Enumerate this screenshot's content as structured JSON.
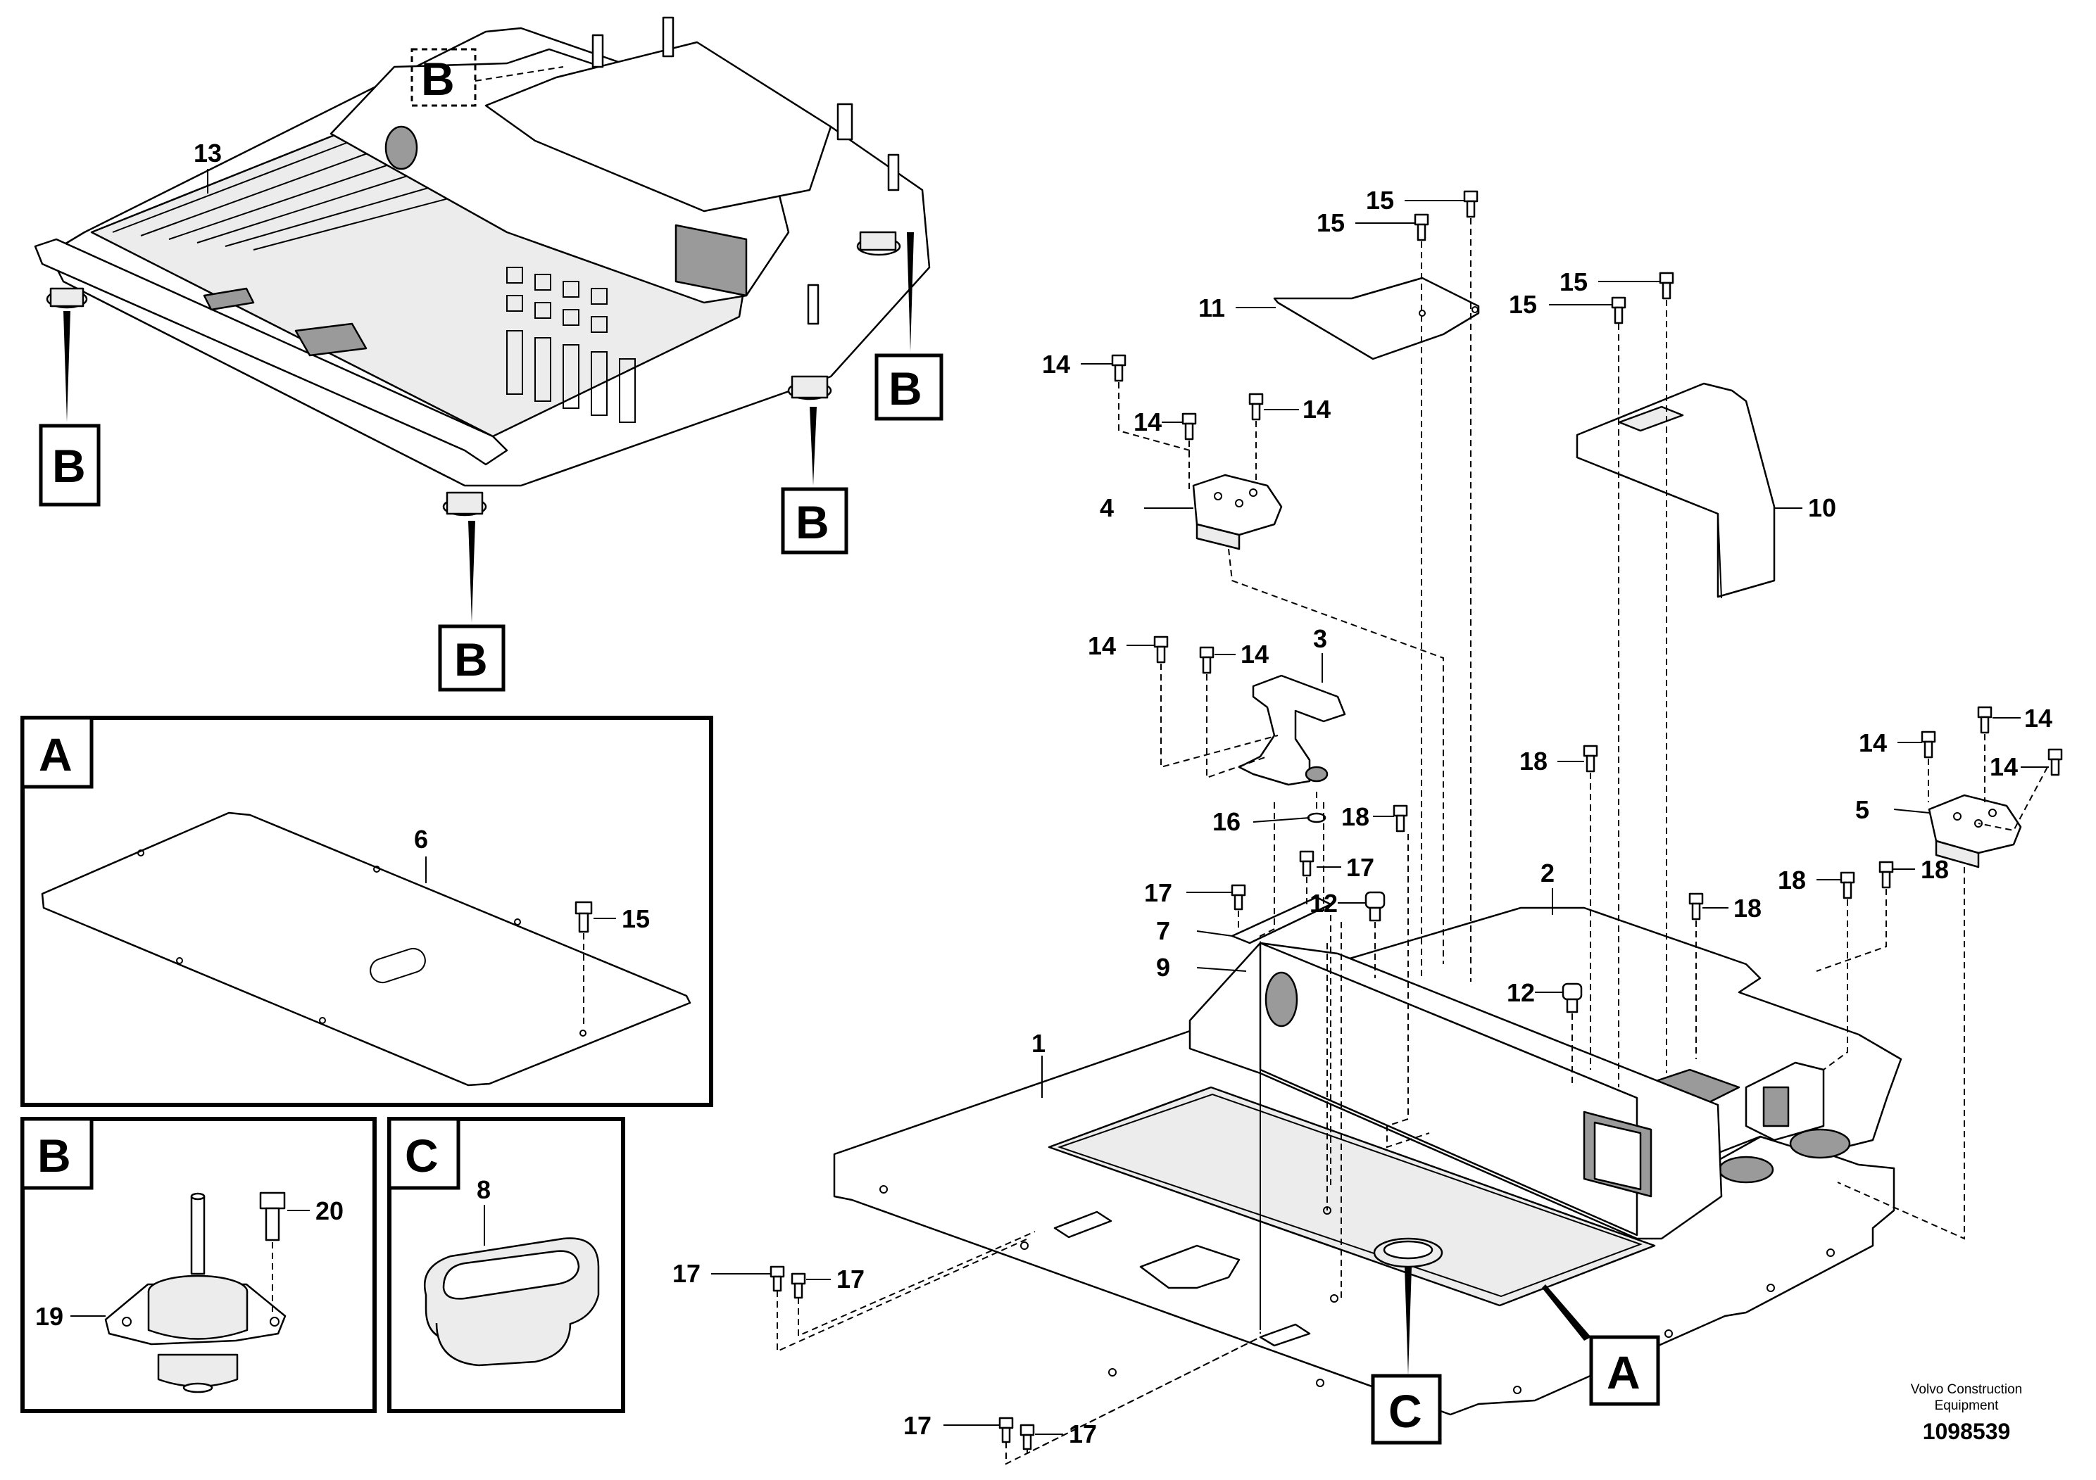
{
  "labels": {
    "p1": "1",
    "p2": "2",
    "p3": "3",
    "p4": "4",
    "p5": "5",
    "p6": "6",
    "p7": "7",
    "p8": "8",
    "p9": "9",
    "p10": "10",
    "p11": "11",
    "p12": "12",
    "p13": "13",
    "p14": "14",
    "p15": "15",
    "p16": "16",
    "p17": "17",
    "p18": "18",
    "p19": "19",
    "p20": "20"
  },
  "view_letters": {
    "a": "A",
    "b": "B",
    "c": "C"
  },
  "footer": {
    "credit_line1": "Volvo Construction",
    "credit_line2": "Equipment",
    "drawing_number": "1098539"
  }
}
